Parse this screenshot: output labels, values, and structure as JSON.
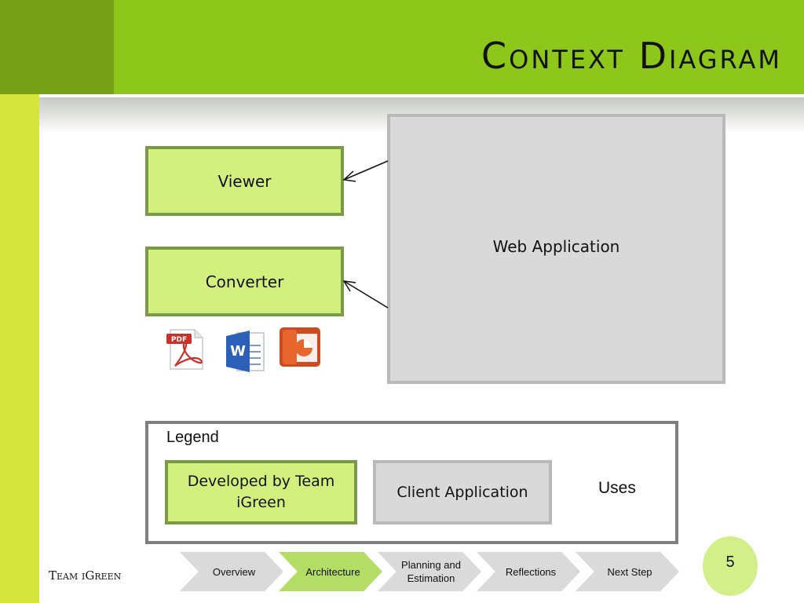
{
  "slide": {
    "title": "Context Diagram",
    "page_number": "5",
    "footer_team": "Team iGreen"
  },
  "diagram": {
    "viewer": "Viewer",
    "converter": "Converter",
    "web_application": "Web Application",
    "file_icons": [
      "pdf-icon",
      "word-icon",
      "powerpoint-icon"
    ],
    "pdf_label": "PDF"
  },
  "legend": {
    "title": "Legend",
    "developed": "Developed by Team iGreen",
    "client": "Client Application",
    "uses": "Uses"
  },
  "nav": {
    "steps": [
      "Overview",
      "Architecture",
      "Planning and Estimation",
      "Reflections",
      "Next Step"
    ],
    "active_index": 1
  },
  "colors": {
    "header_green": "#8dc71a",
    "header_dark": "#76a016",
    "side_bar": "#d4e43a",
    "developed_fill": "#d3f07f",
    "client_fill": "#d9d9d9"
  }
}
